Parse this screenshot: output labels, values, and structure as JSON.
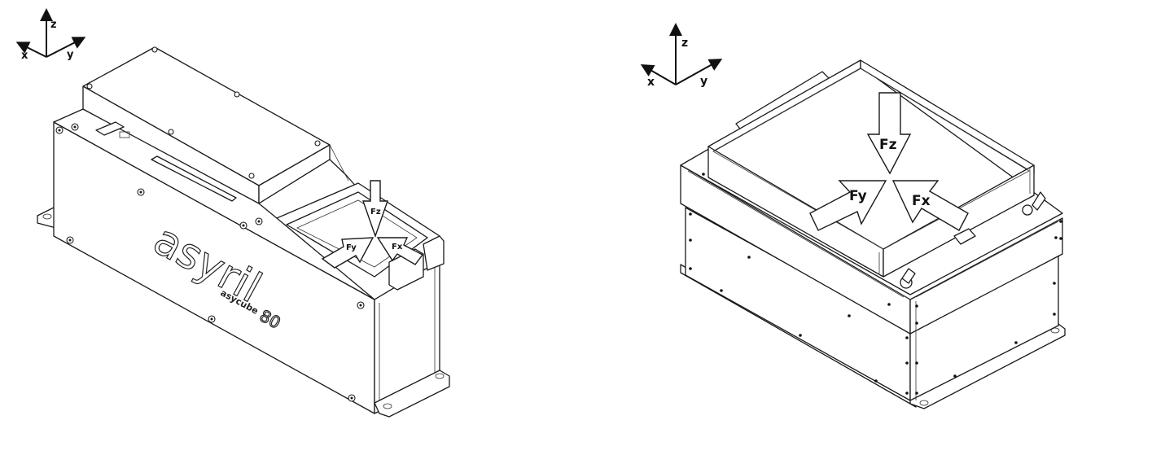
{
  "figure": {
    "left_device": {
      "name": "asycube 80 feeder",
      "brand_logo": "asyril",
      "model_label": "asycube",
      "model_number": "80",
      "axes": {
        "x": "x",
        "y": "y",
        "z": "z"
      },
      "forces": {
        "fz": "Fz",
        "fy": "Fy",
        "fx": "Fx"
      }
    },
    "right_device": {
      "name": "large feeder with hopper tray",
      "axes": {
        "x": "x",
        "y": "y",
        "z": "z"
      },
      "forces": {
        "fz": "Fz",
        "fy": "Fy",
        "fx": "Fx"
      }
    },
    "colors": {
      "line": "#1a1a1a",
      "background": "#ffffff"
    }
  }
}
